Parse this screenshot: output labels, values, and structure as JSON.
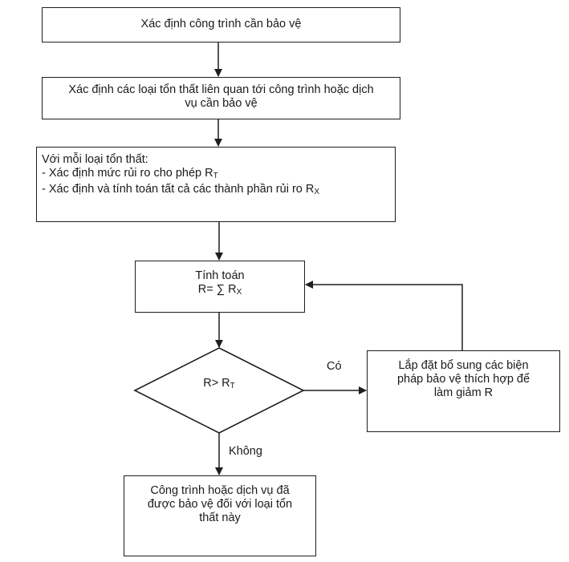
{
  "diagram": {
    "type": "flowchart",
    "language": "vi",
    "nodes": {
      "identify_structure": {
        "kind": "process",
        "lines": [
          "Xác định công trình cần bảo vệ"
        ]
      },
      "identify_losses": {
        "kind": "process",
        "lines": [
          "Xác định các loại tổn thất liên quan tới công trình hoặc dịch",
          "vụ cần bảo vệ"
        ]
      },
      "per_loss": {
        "kind": "process",
        "title": "Với mỗi loại tổn thất:",
        "items": [
          {
            "text": "- Xác định mức rủi ro cho phép R",
            "sub": "T"
          },
          {
            "text": "- Xác định và tính toán tất cả các thành phần rủi ro R",
            "sub": "X"
          }
        ]
      },
      "compute": {
        "kind": "process",
        "line1": "Tính toán",
        "line2": "R= ∑ R",
        "line2_sub": "X"
      },
      "decision": {
        "kind": "decision",
        "text": "R> R",
        "sub": "T"
      },
      "add_measures": {
        "kind": "process",
        "lines": [
          "Lắp đặt bổ sung các biện",
          "pháp bảo vệ thích hợp để",
          "làm giảm R"
        ]
      },
      "protected": {
        "kind": "terminal",
        "lines": [
          "Công trình hoặc dịch vụ đã",
          "được bảo vệ đối với loại tổn",
          "thất này"
        ]
      }
    },
    "edges": [
      {
        "from": "identify_structure",
        "to": "identify_losses",
        "label": ""
      },
      {
        "from": "identify_losses",
        "to": "per_loss",
        "label": ""
      },
      {
        "from": "per_loss",
        "to": "compute",
        "label": ""
      },
      {
        "from": "compute",
        "to": "decision",
        "label": ""
      },
      {
        "from": "decision",
        "to": "add_measures",
        "label": "Có"
      },
      {
        "from": "decision",
        "to": "protected",
        "label": "Không"
      },
      {
        "from": "add_measures",
        "to": "compute",
        "label": ""
      }
    ],
    "labels": {
      "yes": "Có",
      "no": "Không"
    },
    "colors": {
      "stroke": "#1e1e1e",
      "background": "#ffffff",
      "text": "#1a1a1a"
    }
  }
}
